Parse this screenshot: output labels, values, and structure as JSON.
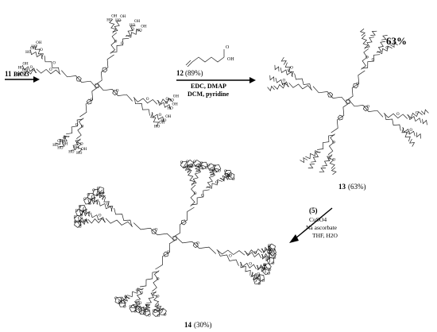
{
  "step1": {
    "reactant": "11",
    "reagent": "BiCl3"
  },
  "step2": {
    "compound": "12",
    "yield": "(89%)",
    "reagent_line1": "EDC, DMAP",
    "reagent_line2": "DCM, pyridine"
  },
  "product13": {
    "compound": "13",
    "yield": "(63%)",
    "big_yield": "63%"
  },
  "step3": {
    "reactant": "(5)",
    "reagent_line1": "CuSO4",
    "reagent_line2": "Na ascorbate",
    "reagent_line3": "THF, H2O"
  },
  "product14": {
    "compound": "14",
    "yield": "(30%)"
  }
}
